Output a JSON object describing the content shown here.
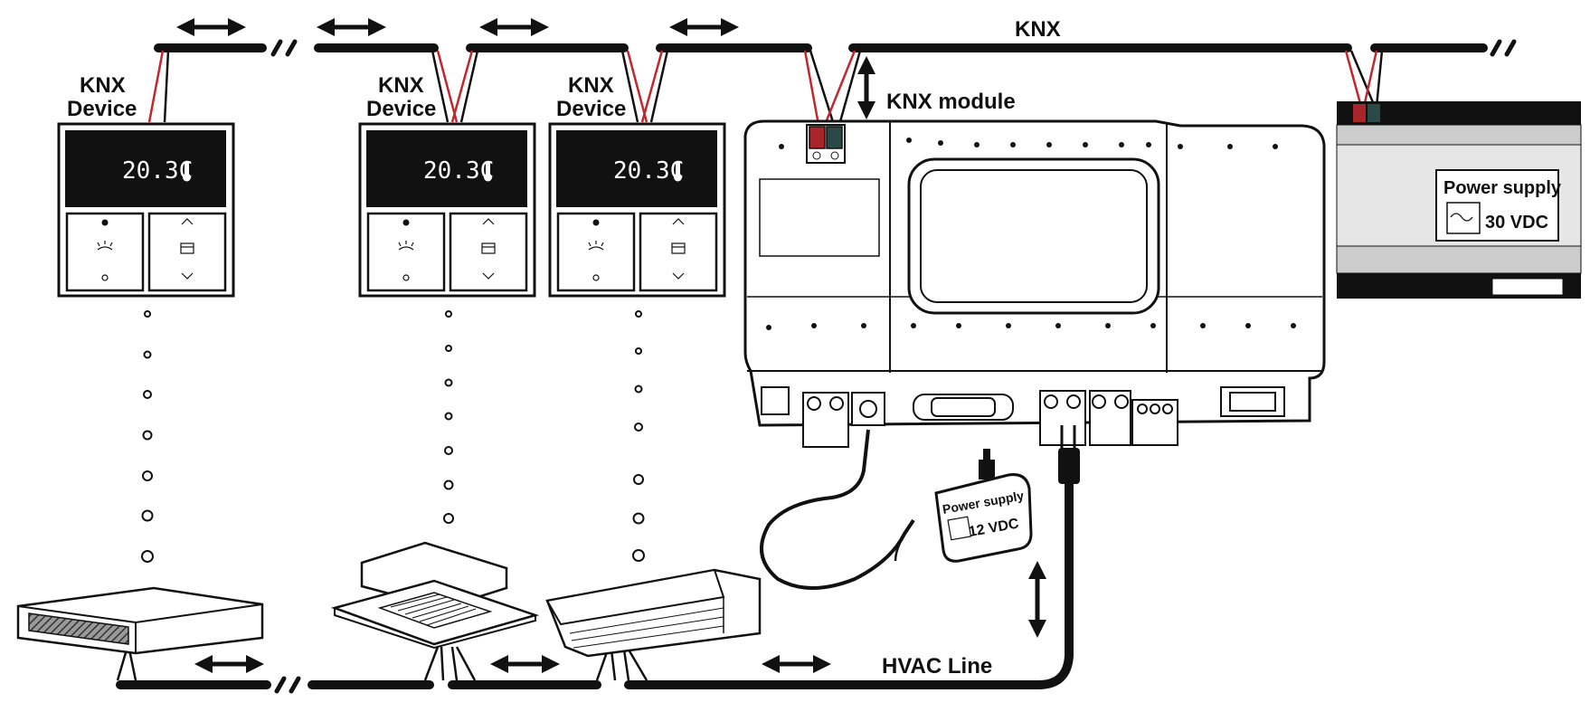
{
  "labels": {
    "knx_bus": "KNX",
    "knx_module": "KNX module",
    "hvac_line": "HVAC Line"
  },
  "knx_devices": [
    {
      "label_line1": "KNX",
      "label_line2": "Device",
      "display": "20.3C"
    },
    {
      "label_line1": "KNX",
      "label_line2": "Device",
      "display": "20.3C"
    },
    {
      "label_line1": "KNX",
      "label_line2": "Device",
      "display": "20.3C"
    }
  ],
  "power_supply_knx": {
    "title": "Power supply",
    "voltage": "30 VDC"
  },
  "power_supply_gateway": {
    "title": "Power supply",
    "voltage": "12 VDC"
  },
  "hvac_units": [
    {
      "type": "duct-unit-icon"
    },
    {
      "type": "cassette-unit-icon"
    },
    {
      "type": "wall-split-unit-icon"
    }
  ],
  "colors": {
    "wire_red": "#c0282d",
    "line": "#111111",
    "screen": "#111111"
  }
}
